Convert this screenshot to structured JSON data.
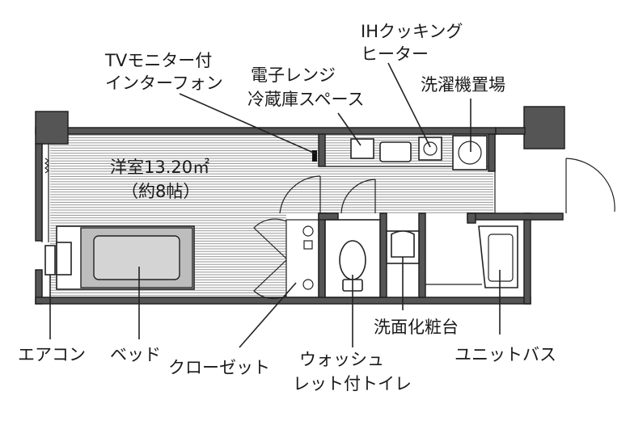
{
  "room": {
    "name": "洋室13.20㎡",
    "size": "（約8帖）"
  },
  "labels": {
    "tv_monitor_line1": "TVモニター付",
    "tv_monitor_line2": "インターフォン",
    "microwave_line1": "電子レンジ",
    "microwave_line2": "冷蔵庫スペース",
    "ih_line1": "IHクッキング",
    "ih_line2": "ヒーター",
    "washer": "洗濯機置場",
    "aircon": "エアコン",
    "bed": "ベッド",
    "closet": "クローゼット",
    "toilet_line1": "ウォッシュ",
    "toilet_line2": "レット付トイレ",
    "vanity": "洗面化粧台",
    "unit_bath": "ユニットバス"
  }
}
